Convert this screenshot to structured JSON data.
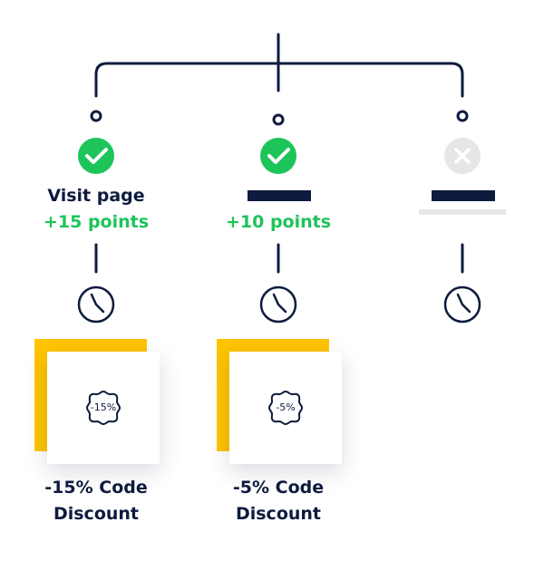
{
  "colors": {
    "navy": "#0d1b3e",
    "green": "#1dc45a",
    "yellow": "#ffc400",
    "grey": "#e6e6e6"
  },
  "steps": [
    {
      "status": "completed",
      "status_icon": "check-icon",
      "title": "Visit page",
      "points": "+15 points",
      "timer_icon": "clock-icon",
      "reward": {
        "badge_icon": "discount-badge-icon",
        "badge_text": "-15%",
        "line1": "-15% Code",
        "line2": "Discount"
      }
    },
    {
      "status": "completed",
      "status_icon": "check-icon",
      "title_redacted": true,
      "points": "+10 points",
      "timer_icon": "clock-icon",
      "reward": {
        "badge_icon": "discount-badge-icon",
        "badge_text": "-5%",
        "line1": "-5% Code",
        "line2": "Discount"
      }
    },
    {
      "status": "locked",
      "status_icon": "x-icon",
      "title_redacted": true,
      "timer_icon": "clock-icon"
    }
  ]
}
